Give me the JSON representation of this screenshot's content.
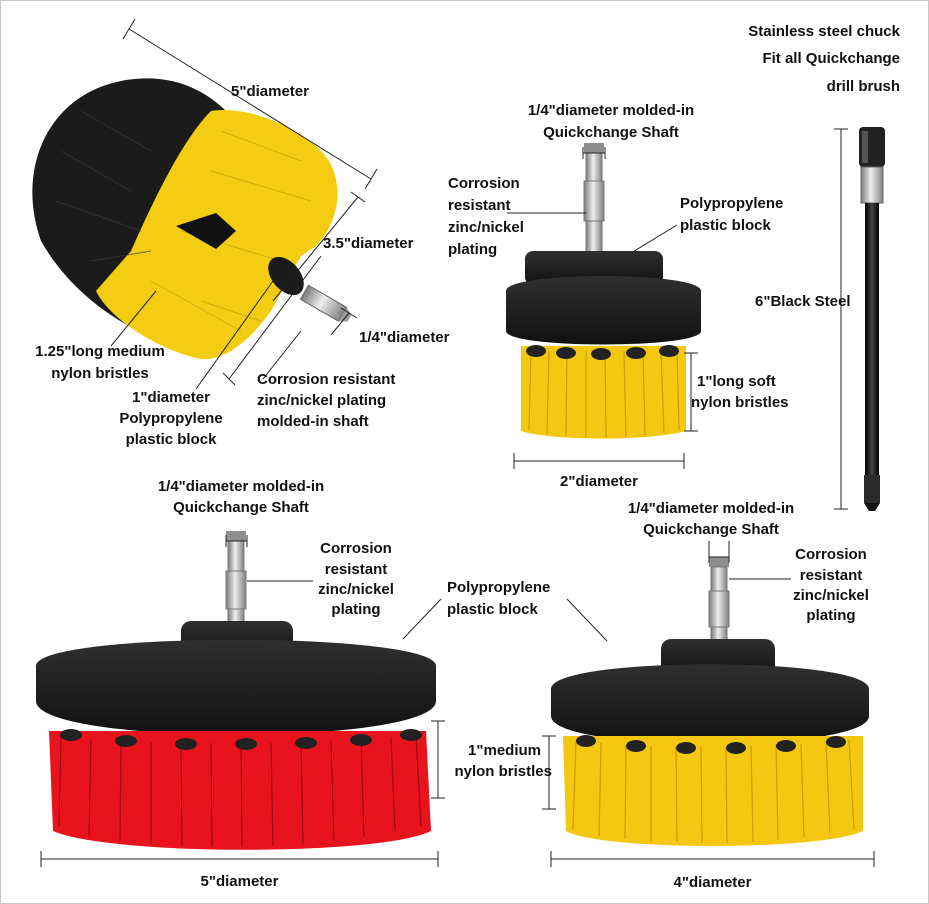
{
  "colors": {
    "black_block": "#1c1c1c",
    "yellow_bristle": "#f6cf14",
    "red_bristle": "#e5141e",
    "steel": "#bdbdbd",
    "line": "#222222"
  },
  "labels": {
    "chuck": [
      "Stainless steel chuck",
      "Fit all Quickchange",
      "drill brush"
    ],
    "black_steel": "6\"Black Steel",
    "cyl": {
      "diameter_5": "5\"diameter",
      "diameter_35": "3.5\"diameter",
      "diameter_14": "1/4\"diameter",
      "bristles": [
        "1.25\"long medium",
        "nylon bristles"
      ],
      "block": [
        "1\"diameter",
        "Polypropylene",
        "plastic block"
      ],
      "shaft": [
        "Corrosion resistant",
        "zinc/nickel plating",
        "molded-in shaft"
      ]
    },
    "small": {
      "shaft": [
        "1/4\"diameter molded-in",
        "Quickchange Shaft"
      ],
      "corrosion": [
        "Corrosion",
        "resistant",
        "zinc/nickel",
        "plating"
      ],
      "block": [
        "Polypropylene",
        "plastic block"
      ],
      "bristles": [
        "1\"long soft",
        "nylon bristles"
      ],
      "diameter": "2\"diameter"
    },
    "big": {
      "shaft": [
        "1/4\"diameter molded-in",
        "Quickchange Shaft"
      ],
      "corrosion": [
        "Corrosion",
        "resistant",
        "zinc/nickel",
        "plating"
      ],
      "block": [
        "Polypropylene",
        "plastic block"
      ],
      "diameter": "5\"diameter"
    },
    "mid": {
      "shaft": [
        "1/4\"diameter molded-in",
        "Quickchange Shaft"
      ],
      "corrosion": [
        "Corrosion",
        "resistant",
        "zinc/nickel",
        "plating"
      ],
      "bristles": [
        "1\"medium",
        "nylon bristles"
      ],
      "diameter": "4\"diameter"
    }
  }
}
